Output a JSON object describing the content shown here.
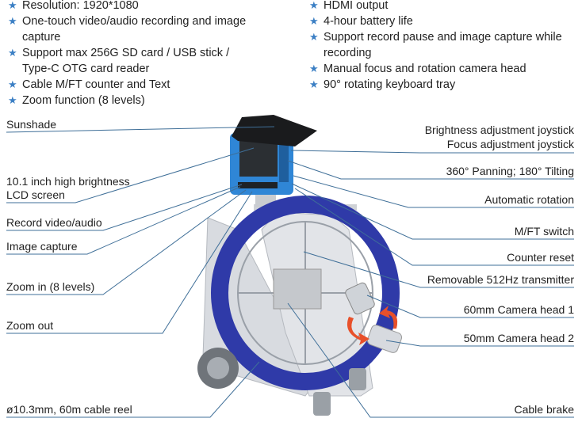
{
  "features_left": [
    "Resolution: 1920*1080",
    "One-touch video/audio recording and image capture",
    "Support max 256G SD card / USB stick / Type-C OTG card reader",
    "Cable M/FT counter and Text",
    "Zoom function (8 levels)"
  ],
  "features_right": [
    "HDMI output",
    "4-hour battery life",
    "Support record pause and image capture while recording",
    "Manual focus and rotation camera head",
    "90° rotating keyboard tray"
  ],
  "labels_left": {
    "sunshade": "Sunshade",
    "lcd_1": "10.1 inch high brightness",
    "lcd_2": "LCD screen",
    "record": "Record video/audio",
    "capture": "Image capture",
    "zoom_in": "Zoom in (8 levels)",
    "zoom_out": "Zoom out",
    "reel": "ø10.3mm, 60m cable reel"
  },
  "labels_right": {
    "brightness": "Brightness adjustment joystick",
    "focus": "Focus adjustment joystick",
    "pan_tilt": "360° Panning; 180°  Tilting",
    "auto_rotation": "Automatic rotation",
    "mft": "M/FT switch",
    "counter": "Counter reset",
    "transmitter": "Removable 512Hz transmitter",
    "head1": "60mm Camera head 1",
    "head2": "50mm Camera head 2",
    "brake": "Cable brake"
  },
  "colors": {
    "star": "#3b7fc4",
    "leader": "#3f6f98",
    "monitor": "#2f86d6",
    "reel": "#2f3aa8",
    "arrow": "#e8502a"
  }
}
